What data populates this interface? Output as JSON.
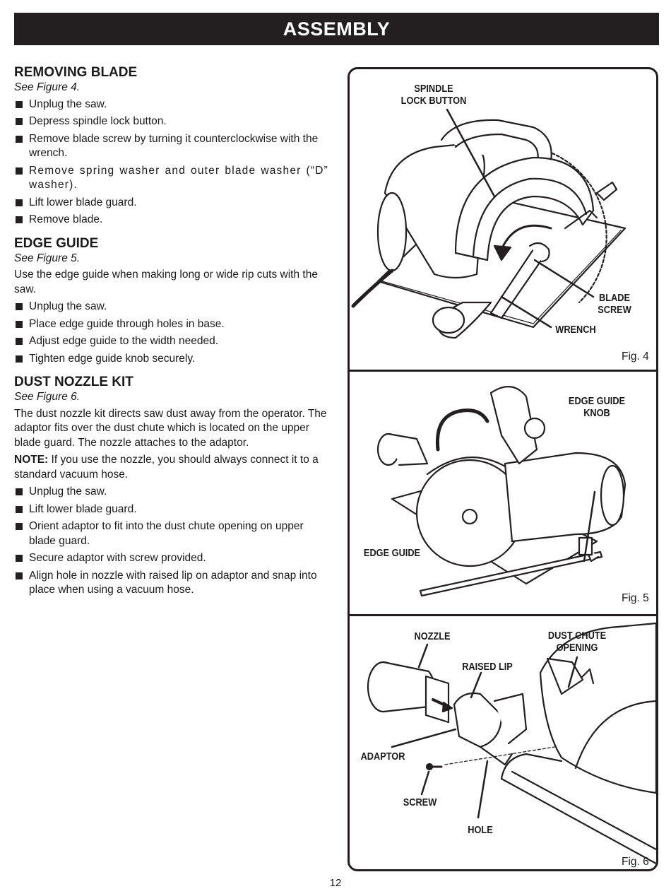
{
  "header": {
    "title": "ASSEMBLY"
  },
  "sections": [
    {
      "heading": "REMOVING BLADE",
      "see": "See Figure 4.",
      "bullets": [
        "Unplug the saw.",
        "Depress spindle lock button.",
        "Remove blade screw by turning it counterclockwise with the wrench.",
        "Remove spring washer and outer blade washer (“D” washer).",
        "Lift lower blade guard.",
        "Remove blade."
      ]
    },
    {
      "heading": "EDGE GUIDE",
      "see": "See Figure 5.",
      "intro": "Use the edge guide when making long or wide rip cuts with the saw.",
      "bullets": [
        "Unplug the saw.",
        "Place edge guide through holes in base.",
        "Adjust edge guide to the width needed.",
        "Tighten edge guide knob securely."
      ]
    },
    {
      "heading": "DUST NOZZLE KIT",
      "see": "See Figure 6.",
      "intro": "The dust nozzle kit directs saw dust away from the operator. The adaptor fits over the dust chute which is located on the upper blade guard. The nozzle attaches to the adaptor.",
      "note_label": "NOTE:",
      "note_text": " If you use the nozzle, you should always connect it to a standard vacuum hose.",
      "bullets": [
        "Unplug the saw.",
        "Lift lower blade guard.",
        "Orient adaptor to fit into the dust chute opening on upper blade guard.",
        "Secure adaptor with screw provided.",
        "Align hole in nozzle with raised lip on adaptor and snap into place when using a vacuum hose."
      ]
    }
  ],
  "figures": {
    "fig4": {
      "label": "Fig. 4",
      "callouts": {
        "spindle": "SPINDLE\nLOCK BUTTON",
        "blade_screw": "BLADE\nSCREW",
        "wrench": "WRENCH"
      }
    },
    "fig5": {
      "label": "Fig. 5",
      "callouts": {
        "knob": "EDGE GUIDE\nKNOB",
        "guide": "EDGE GUIDE"
      }
    },
    "fig6": {
      "label": "Fig. 6",
      "callouts": {
        "nozzle": "NOZZLE",
        "raised_lip": "RAISED LIP",
        "dust_chute": "DUST CHUTE\nOPENING",
        "adaptor": "ADAPTOR",
        "screw": "SCREW",
        "hole": "HOLE"
      }
    }
  },
  "page_number": "12"
}
